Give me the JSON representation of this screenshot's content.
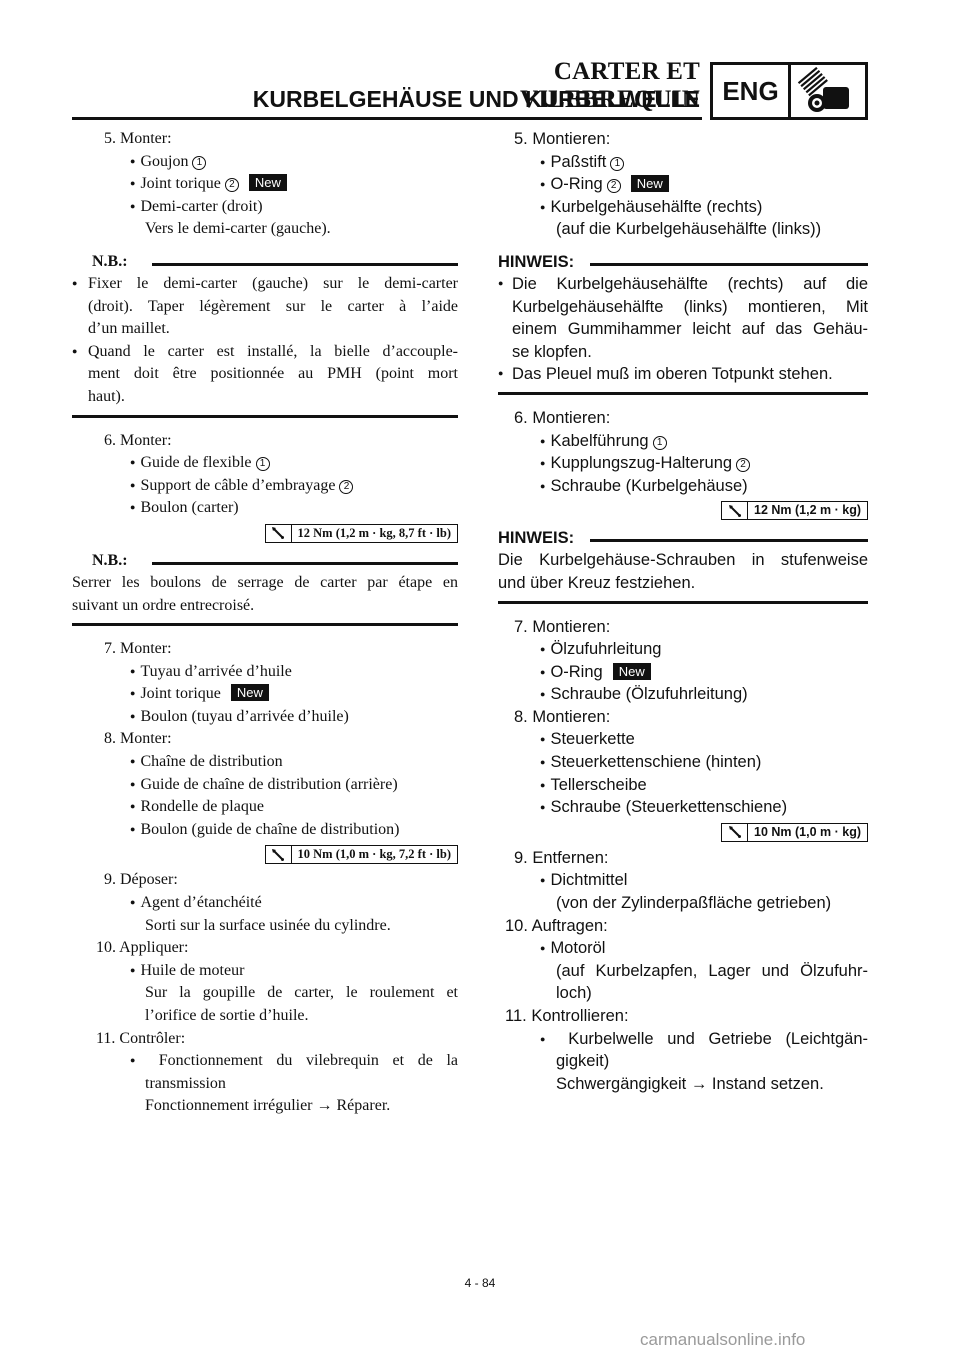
{
  "header": {
    "title_fr": "CARTER ET VILEBREQUIN",
    "title_de": "KURBELGEHÄUSE UND KURBELWELLE",
    "badge": "ENG",
    "badge_icon": "engine-oil-icon"
  },
  "fr": {
    "s5": {
      "num": "5.",
      "action": "Monter:",
      "items": [
        "Goujon",
        "Joint torique",
        "Demi-carter (droit)"
      ],
      "sub": "Vers le demi-carter (gauche).",
      "c1": "1",
      "c2": "2"
    },
    "nb1": {
      "title": "N.B.:",
      "lines": [
        "Fixer le demi-carter (gauche) sur le demi-carter",
        "(droit). Taper légèrement sur le carter à l’aide",
        "d’un maillet.",
        "Quand le carter est installé, la bielle d’accouple-",
        "ment doit être positionnée au PMH (point mort",
        "haut)."
      ]
    },
    "s6": {
      "num": "6.",
      "action": "Monter:",
      "items": [
        "Guide de flexible",
        "Support de câble d’embrayage",
        "Boulon (carter)"
      ],
      "c1": "1",
      "c2": "2",
      "torque": "12 Nm (1,2 m · kg, 8,7 ft · lb)"
    },
    "nb2": {
      "title": "N.B.:",
      "lines": [
        "Serrer les boulons de serrage de carter par étape en",
        "suivant un ordre entrecroisé."
      ]
    },
    "s7": {
      "num": "7.",
      "action": "Monter:",
      "items": [
        "Tuyau d’arrivée d’huile",
        "Joint torique",
        "Boulon (tuyau d’arrivée d’huile)"
      ]
    },
    "s8": {
      "num": "8.",
      "action": "Monter:",
      "items": [
        "Chaîne de distribution",
        "Guide de chaîne de distribution (arrière)",
        "Rondelle de plaque",
        "Boulon (guide de chaîne de distribution)"
      ],
      "torque": "10 Nm (1,0 m · kg, 7,2 ft · lb)"
    },
    "s9": {
      "num": "9.",
      "action": "Déposer:",
      "item": "Agent d’étanchéité",
      "sub": "Sorti sur la surface usinée du cylindre."
    },
    "s10": {
      "num": "10.",
      "action": "Appliquer:",
      "item": "Huile de moteur",
      "sub1": "Sur la goupille de carter, le roulement et",
      "sub2": "l’orifice de sortie d’huile."
    },
    "s11": {
      "num": "11.",
      "action": "Contrôler:",
      "item1": "Fonctionnement du vilebrequin et de la",
      "item2": "transmission",
      "sub": "Fonctionnement irrégulier → Réparer."
    }
  },
  "de": {
    "s5": {
      "num": "5.",
      "action": "Montieren:",
      "items": [
        "Paßstift",
        "O-Ring",
        "Kurbelgehäusehälfte (rechts)"
      ],
      "sub": "(auf die Kurbelgehäusehälfte (links))",
      "c1": "1",
      "c2": "2"
    },
    "nb1": {
      "title": "HINWEIS:",
      "lines": [
        "Die Kurbelgehäusehälfte (rechts) auf die",
        "Kurbelgehäusehälfte (links) montieren, Mit",
        "einem Gummihammer leicht auf das Gehäu-",
        "se klopfen.",
        "Das Pleuel muß im oberen Totpunkt stehen."
      ]
    },
    "s6": {
      "num": "6.",
      "action": "Montieren:",
      "items": [
        "Kabelführung",
        "Kupplungszug-Halterung",
        "Schraube (Kurbelgehäuse)"
      ],
      "c1": "1",
      "c2": "2",
      "torque": "12 Nm (1,2 m · kg)"
    },
    "nb2": {
      "title": "HINWEIS:",
      "lines": [
        "Die Kurbelgehäuse-Schrauben in stufenweise",
        "und über Kreuz festziehen."
      ]
    },
    "s7": {
      "num": "7.",
      "action": "Montieren:",
      "items": [
        "Ölzufuhrleitung",
        "O-Ring",
        "Schraube (Ölzufuhrleitung)"
      ]
    },
    "s8": {
      "num": "8.",
      "action": "Montieren:",
      "items": [
        "Steuerkette",
        "Steuerkettenschiene (hinten)",
        "Tellerscheibe",
        "Schraube (Steuerkettenschiene)"
      ],
      "torque": "10 Nm (1,0 m · kg)"
    },
    "s9": {
      "num": "9.",
      "action": "Entfernen:",
      "item": "Dichtmittel",
      "sub": "(von der Zylinderpaßfläche getrieben)"
    },
    "s10": {
      "num": "10.",
      "action": "Auftragen:",
      "item": "Motoröl",
      "sub1": "(auf Kurbelzapfen, Lager und Ölzufuhr-",
      "sub2": "loch)"
    },
    "s11": {
      "num": "11.",
      "action": "Kontrollieren:",
      "item1": "Kurbelwelle und Getriebe (Leichtgän-",
      "item2": "gigkeit)",
      "sub": "Schwergängigkeit → Instand setzen."
    }
  },
  "new_label": "New",
  "page_number": "4 - 84",
  "watermark": "carmanualsonline.info"
}
